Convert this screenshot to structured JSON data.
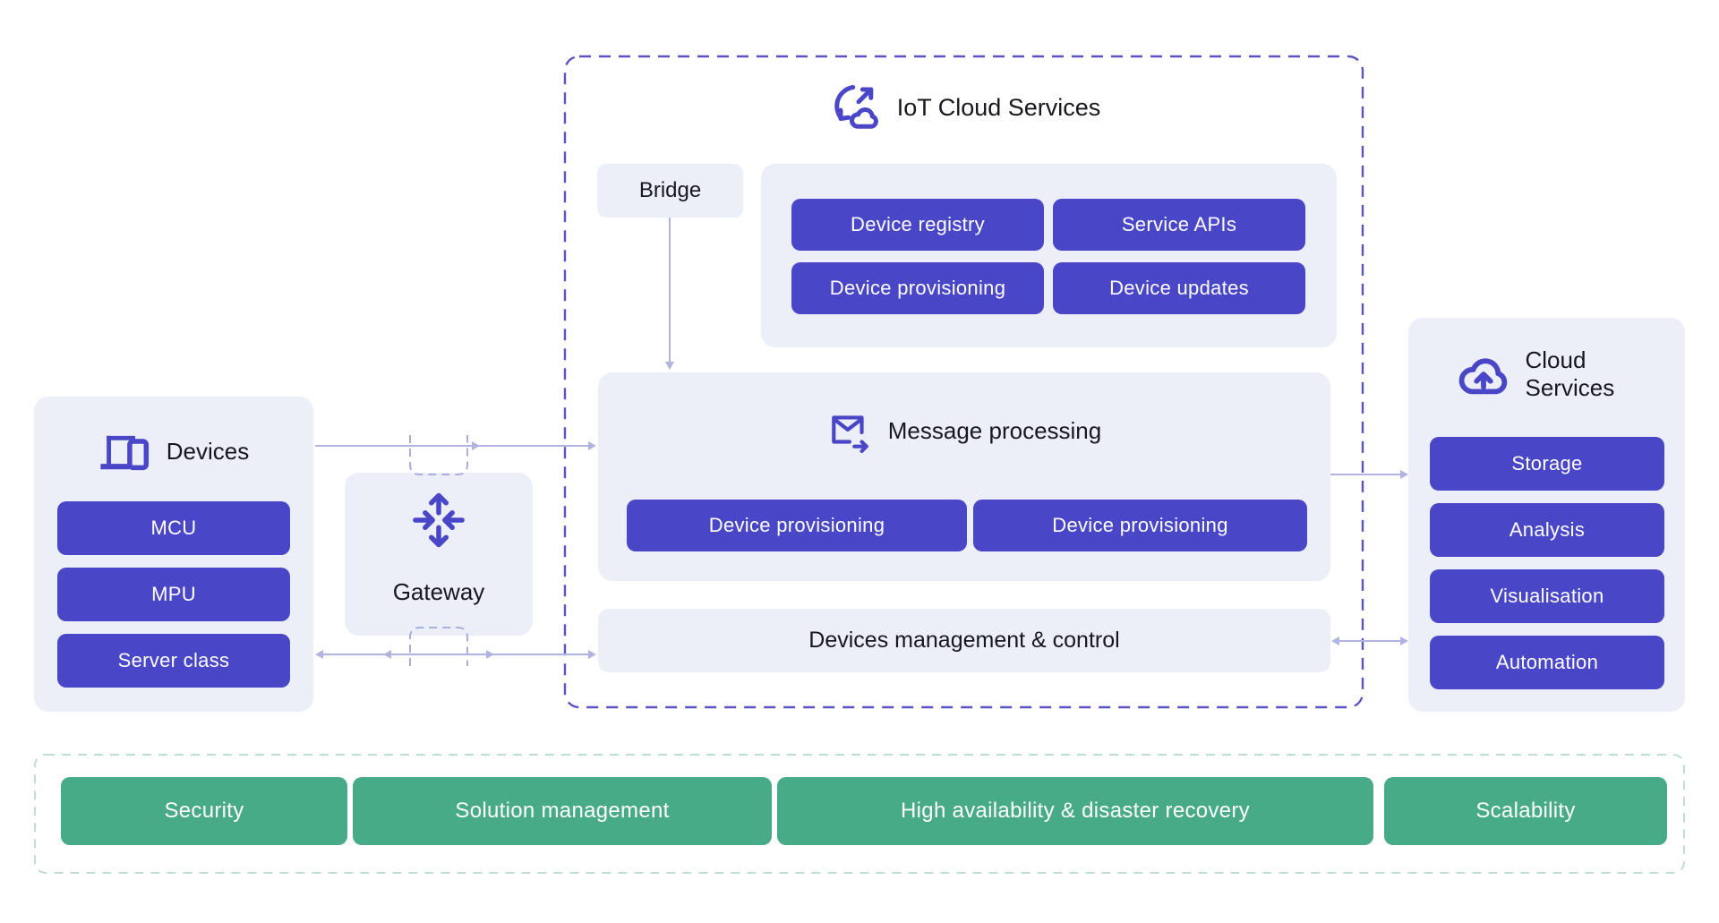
{
  "colors": {
    "indigo": "#4A46C8",
    "panel_bg": "#EDEFF8",
    "green": "#48AB87",
    "iot_border": "#5A53C4",
    "foundation_border": "#BFDFCE",
    "connector": "#B0B4E0",
    "text_dark": "#17171F"
  },
  "iot_box": {
    "title": "IoT Cloud Services",
    "icon": "sync-cloud-icon"
  },
  "bridge": {
    "label": "Bridge"
  },
  "registry_panel": {
    "buttons": [
      "Device registry",
      "Service APIs",
      "Device provisioning",
      "Device updates"
    ]
  },
  "message_panel": {
    "title": "Message processing",
    "icon": "mail-forward-icon",
    "buttons": [
      "Device provisioning",
      "Device provisioning"
    ]
  },
  "management_bar": {
    "label": "Devices management & control"
  },
  "devices_panel": {
    "title": "Devices",
    "icon": "laptop-phone-icon",
    "buttons": [
      "MCU",
      "MPU",
      "Server class"
    ]
  },
  "gateway": {
    "label": "Gateway",
    "icon": "gateway-arrows-icon"
  },
  "cloud_panel": {
    "title": "Cloud Services",
    "icon": "cloud-upload-icon",
    "buttons": [
      "Storage",
      "Analysis",
      "Visualisation",
      "Automation"
    ]
  },
  "foundation_bar": {
    "buttons": [
      "Security",
      "Solution management",
      "High availability & disaster recovery",
      "Scalability"
    ]
  }
}
